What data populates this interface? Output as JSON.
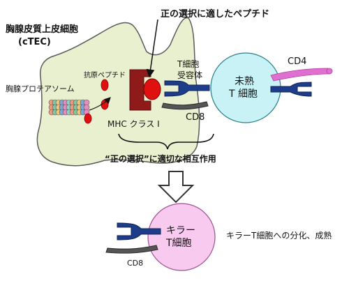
{
  "labels": {
    "ctec_name": "胸腺皮質上皮細胞",
    "ctec_abbr": "(cTEC)",
    "selecting_peptide": "正の選択に適したペプチド",
    "antigen_peptide": "抗原ペプチド",
    "proteasome": "胸腺プロテアソーム",
    "mhc": "MHC クラス I",
    "tcr_line1": "T細胞",
    "tcr_line2": "受容体",
    "immature_line1": "未熟",
    "immature_line2": "T 細胞",
    "cd4": "CD4",
    "cd8_top": "CD8",
    "interaction": "“正の選択”に適切な相互作用",
    "killer_line1": "キラー",
    "killer_line2": "T細胞",
    "cd8_bottom": "CD8",
    "differentiation": "キラーT細胞への分化、成熟"
  },
  "colors": {
    "ctec_fill": "#e9f0cf",
    "ctec_stroke": "#5a5a5a",
    "immature_cell": "#c8f2f6",
    "killer_cell": "#f8caef",
    "mhc": "#8f1a1a",
    "peptide": "#e01010",
    "receptor": "#1d3d8a",
    "cd8": "#555555",
    "cd4": "#e070d0",
    "arrow_stroke": "#333333"
  },
  "icons": [
    "proteasome-icon",
    "peptide-icon",
    "mhc-class-i-icon",
    "t-cell-receptor-icon",
    "cd8-icon",
    "cd4-icon",
    "down-arrow-icon",
    "brace-icon"
  ]
}
